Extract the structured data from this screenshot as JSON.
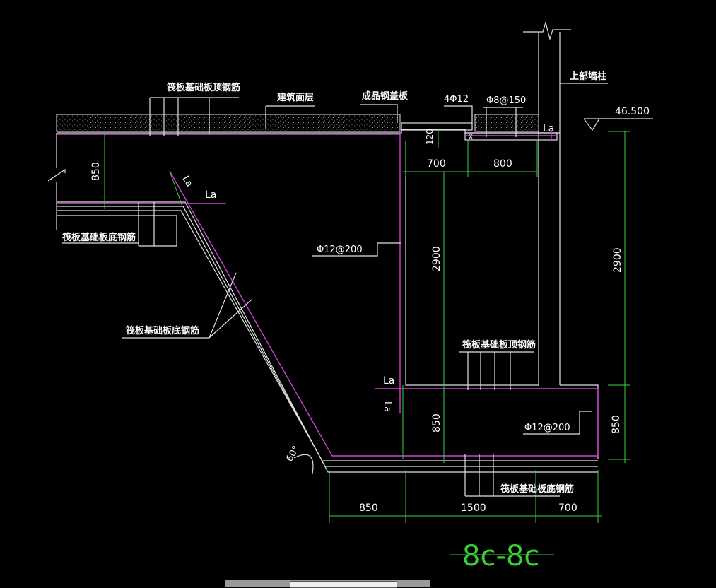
{
  "labels": {
    "top_rebar_1": "筏板基础板顶钢筋",
    "finish_layer": "建筑面层",
    "cover_plate": "成品钢盖板",
    "bars_4phi12": "4Φ12",
    "stirrup": "Φ8@150",
    "upper_wall": "上部墙柱",
    "elevation": "46.500",
    "la_top": "La",
    "dim_120": "120",
    "dim_700_top": "700",
    "dim_800": "800",
    "dim_850_left": "850",
    "la_left_inclined": "La",
    "la_left": "La",
    "bottom_rebar_left": "筏板基础板底钢筋",
    "phi12_200_left": "Φ12@200",
    "dim_2900_left": "2900",
    "dim_2900_right": "2900",
    "bottom_rebar_slope": "筏板基础板底钢筋",
    "top_rebar_pit": "筏板基础板顶钢筋",
    "la_pit": "La",
    "la_pit_rotated": "La",
    "dim_850_pit": "850",
    "phi12_200_right": "Φ12@200",
    "dim_850_right": "850",
    "angle_60": "60°",
    "bottom_rebar_pit": "筏板基础板底钢筋",
    "dim_850_bottom": "850",
    "dim_1500": "1500",
    "dim_700_bottom": "700",
    "section_title": "8c-8c"
  },
  "colors": {
    "background": "#000000",
    "outline": "#e0e0e0",
    "rebar": "#d040d8",
    "dimension": "#3ad03a",
    "text": "#ffffff"
  }
}
